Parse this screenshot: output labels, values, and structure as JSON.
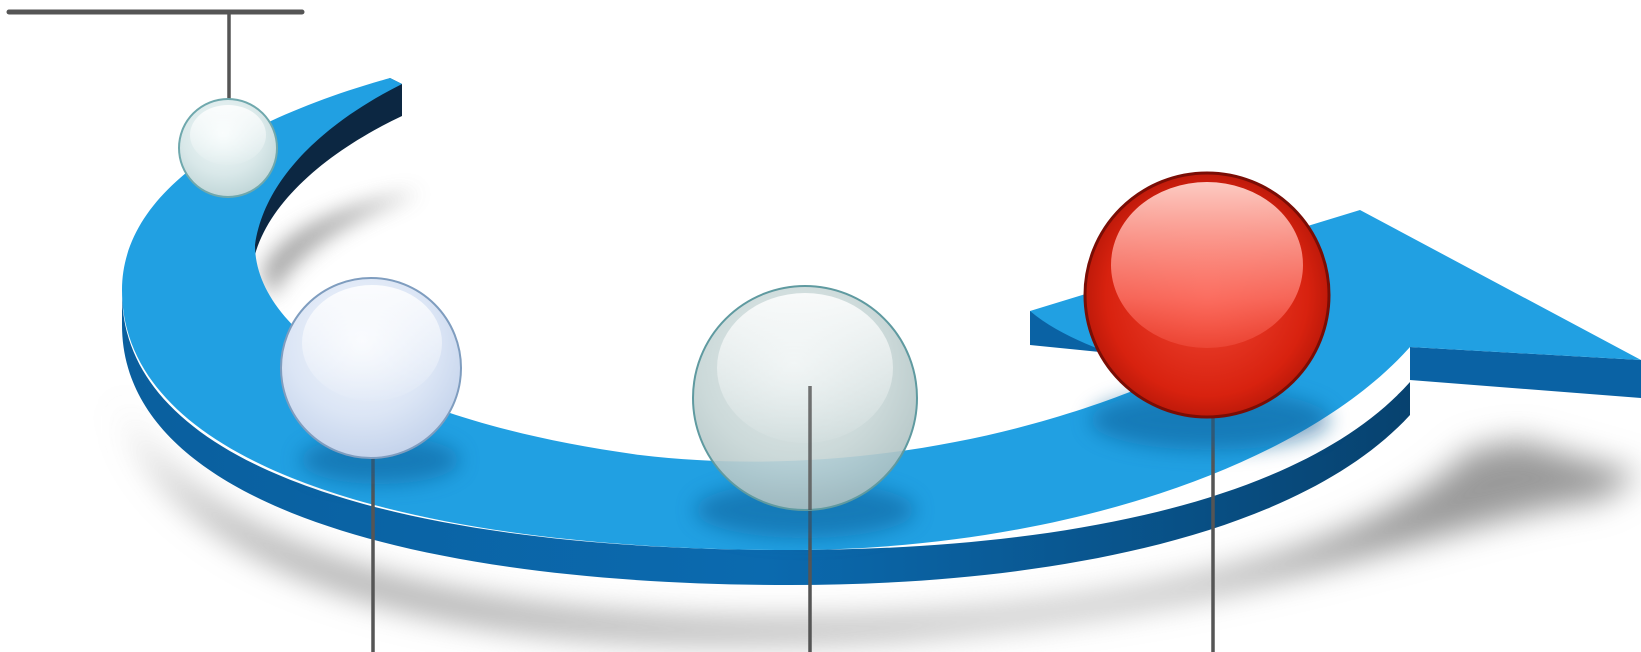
{
  "diagram": {
    "type": "curved-arrow-timeline",
    "colors": {
      "arrow_top": "#21a0e2",
      "arrow_side": "#0a66a8",
      "arrow_inner_side": "#0c2742",
      "shadow": "#9a9a9a",
      "leader_line": "#555555"
    },
    "nodes": [
      {
        "name": "node-1",
        "color": "#d6e6e7",
        "rim": "#6fa8ad"
      },
      {
        "name": "node-2",
        "color": "#d8e3f4",
        "rim": "#7f9dbf"
      },
      {
        "name": "node-3",
        "color": "#c3d3d3",
        "rim": "#5f9aa0"
      },
      {
        "name": "node-4",
        "color": "#e2291a",
        "rim": "#7a0d05"
      }
    ]
  }
}
